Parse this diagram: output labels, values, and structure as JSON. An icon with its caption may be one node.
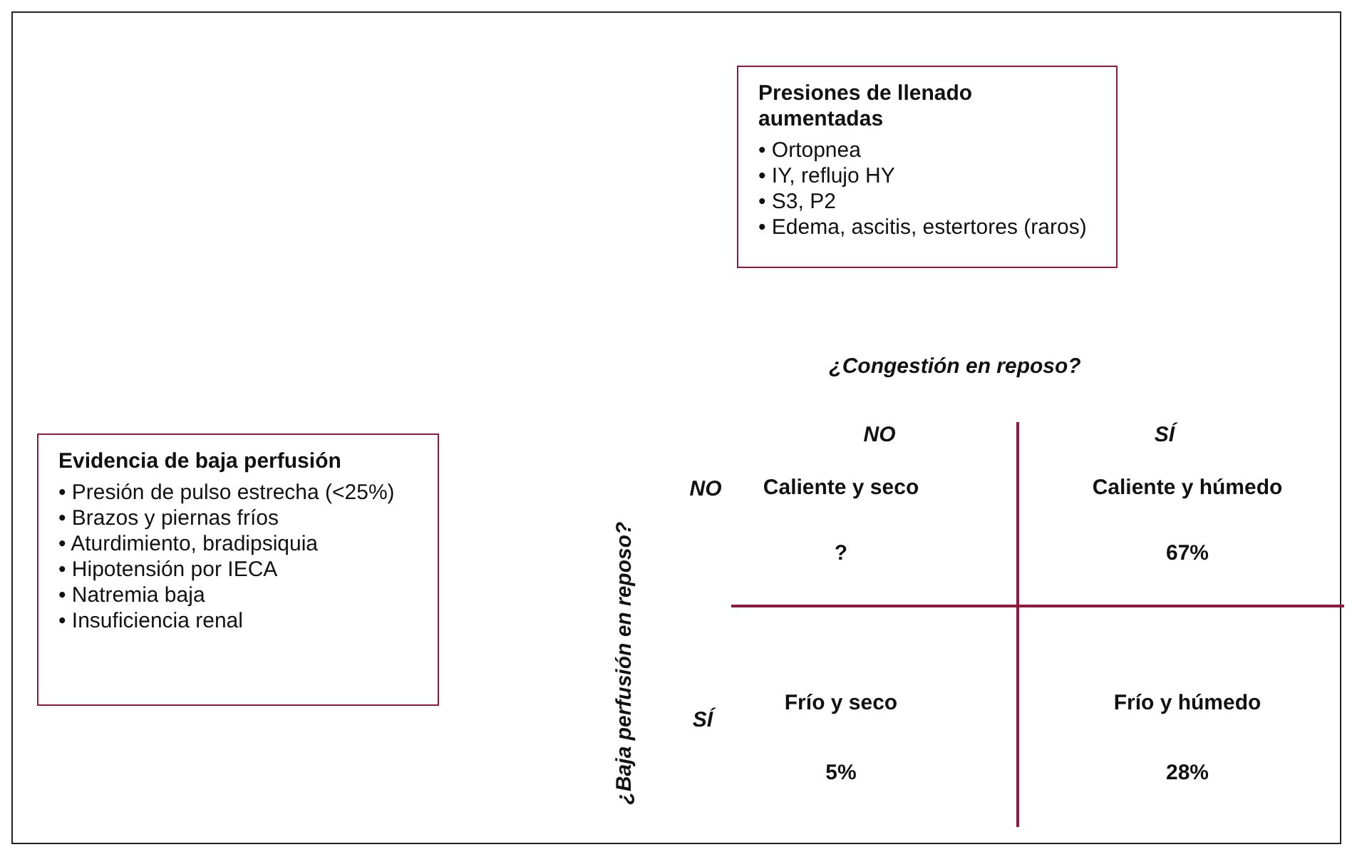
{
  "diagram": {
    "nodes": [
      {
        "text": [
          "Presiones de llenado aumentadas",
          "• Ortopnea",
          "• IY, reflujo HY",
          "• S3, P2",
          "• Edema, ascitis, estertores (raros)"
        ]
      },
      {
        "text": [
          "Evidencia de baja perfusión",
          "• Presión de pulso estrecha (<25%)",
          "• Brazos y piernas fríos",
          "• Aturdimiento, bradipsiquia",
          "• Hipotensión por IECA",
          "• Natremia baja",
          "• Insuficiencia renal"
        ]
      }
    ],
    "edges": [],
    "labels": [
      "¿Congestión en reposo?",
      "NO",
      "SÍ",
      "¿Baja perfusión en reposo?",
      "NO",
      "Caliente y seco",
      "Caliente y húmedo",
      "?",
      "67%",
      "SÍ",
      "Frío y seco",
      "Frío y húmedo",
      "5%",
      "28%"
    ]
  }
}
